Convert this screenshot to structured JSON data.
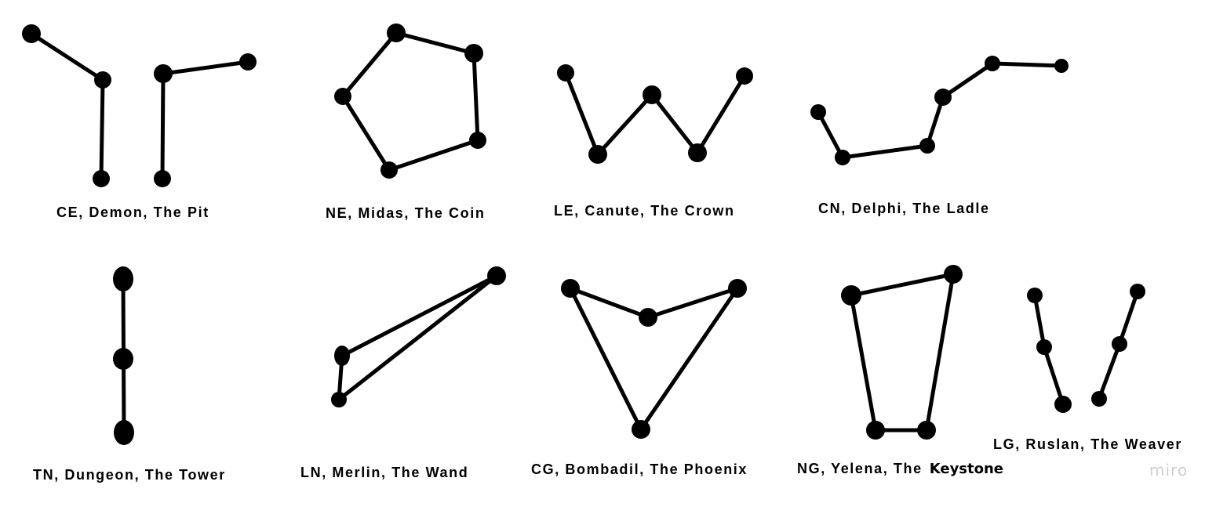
{
  "colors": {
    "ink": "#000000",
    "background": "#ffffff",
    "watermark": "#cfcfcf"
  },
  "watermark": "miro",
  "constellations": [
    {
      "id": "ce",
      "caption": "CE, Demon, The Pit"
    },
    {
      "id": "ne",
      "caption": "NE, Midas, The Coin"
    },
    {
      "id": "le",
      "caption": "LE, Canute, The Crown"
    },
    {
      "id": "cn",
      "caption": "CN, Delphi, The Ladle"
    },
    {
      "id": "tn",
      "caption": "TN, Dungeon, The Tower"
    },
    {
      "id": "ln",
      "caption": "LN, Merlin, The Wand"
    },
    {
      "id": "cg",
      "caption": "CG, Bombadil, The Phoenix"
    },
    {
      "id": "ng",
      "caption_prefix": "NG, Yelena, The",
      "caption_suffix": "Keystone"
    },
    {
      "id": "lg",
      "caption": "LG, Ruslan, The Weaver"
    }
  ]
}
